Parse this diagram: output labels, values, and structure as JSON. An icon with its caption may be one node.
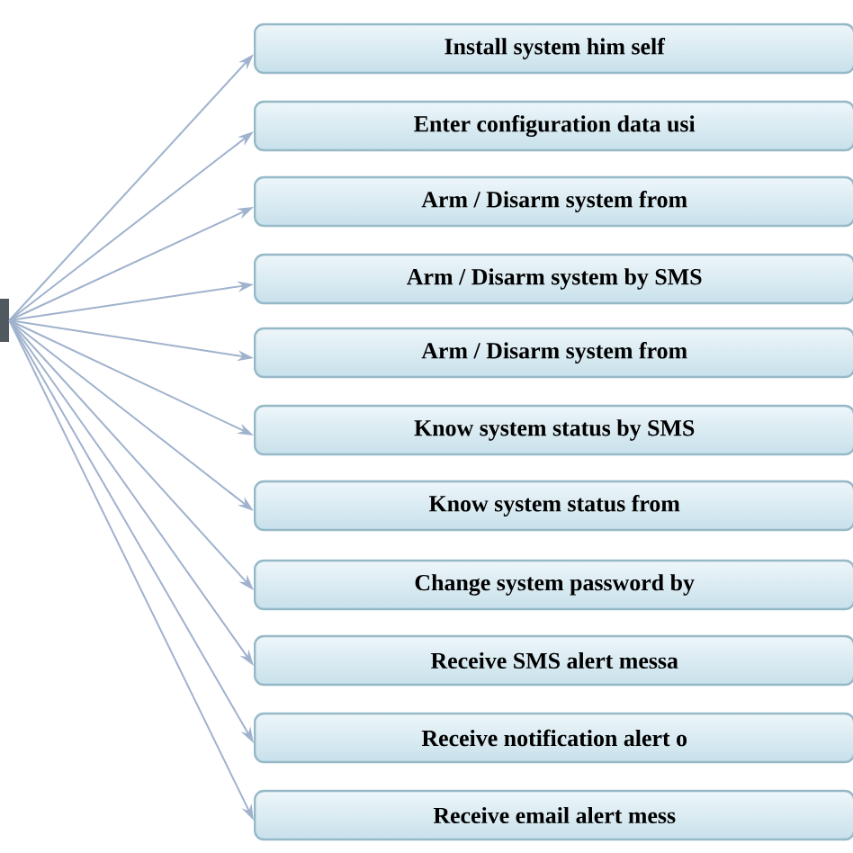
{
  "diagram": {
    "nodes": [
      {
        "text": [],
        "shape": "box"
      },
      {
        "text": [
          "Install system him self"
        ]
      },
      {
        "text": [
          "Enter configuration data usi"
        ]
      },
      {
        "text": [
          "Arm / Disarm system from"
        ]
      },
      {
        "text": [
          "Arm / Disarm system by SMS"
        ]
      },
      {
        "text": [
          "Arm / Disarm system from"
        ]
      },
      {
        "text": [
          "Know system status by SMS"
        ]
      },
      {
        "text": [
          "Know system status from"
        ]
      },
      {
        "text": [
          "Change system password by"
        ]
      },
      {
        "text": [
          "Receive SMS alert messa"
        ]
      },
      {
        "text": [
          "Receive notification alert o"
        ]
      },
      {
        "text": [
          "Receive email alert mess"
        ]
      }
    ],
    "edges": [
      {
        "from": 0,
        "to": 1,
        "arrow": "to"
      },
      {
        "from": 0,
        "to": 2,
        "arrow": "to"
      },
      {
        "from": 0,
        "to": 3,
        "arrow": "to"
      },
      {
        "from": 0,
        "to": 4,
        "arrow": "to"
      },
      {
        "from": 0,
        "to": 5,
        "arrow": "to"
      },
      {
        "from": 0,
        "to": 6,
        "arrow": "to"
      },
      {
        "from": 0,
        "to": 7,
        "arrow": "to"
      },
      {
        "from": 0,
        "to": 8,
        "arrow": "to"
      },
      {
        "from": 0,
        "to": 9,
        "arrow": "to"
      },
      {
        "from": 0,
        "to": 10,
        "arrow": "to"
      },
      {
        "from": 0,
        "to": 11,
        "arrow": "to"
      }
    ]
  }
}
